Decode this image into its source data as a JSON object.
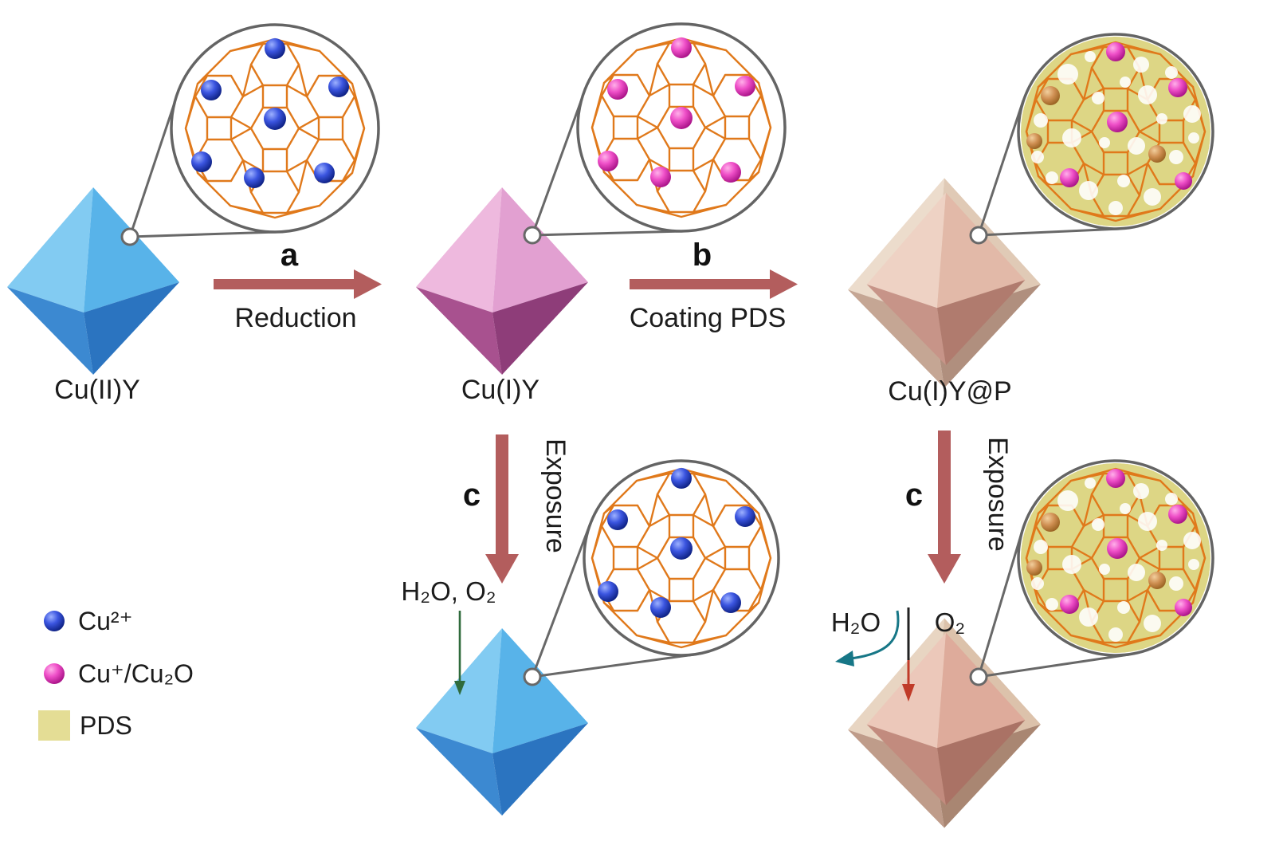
{
  "figure": {
    "nodes": {
      "cu2y": {
        "label": "Cu(II)Y"
      },
      "cu1y": {
        "label": "Cu(I)Y"
      },
      "cu1yp": {
        "label": "Cu(I)Y@P"
      }
    },
    "steps": {
      "a": {
        "key": "a",
        "label": "Reduction"
      },
      "b": {
        "key": "b",
        "label": "Coating PDS"
      },
      "c1": {
        "key": "c",
        "label": "Exposure"
      },
      "c2": {
        "key": "c",
        "label": "Exposure"
      }
    },
    "annotations": {
      "h2o_o2": "H₂O, O₂",
      "h2o": "H₂O",
      "o2": "O₂"
    },
    "legend": [
      {
        "marker": "blue-sphere",
        "label": "Cu²⁺",
        "color": "#2a46d8"
      },
      {
        "marker": "pink-sphere",
        "label": "Cu⁺/Cu₂O",
        "color": "#ee4fc6"
      },
      {
        "marker": "yellow-square",
        "label": "PDS",
        "color": "#e4dd95"
      }
    ],
    "colors": {
      "arrow": "#b35d5d",
      "cage_wireframe": "#e0791b",
      "cu2y_crystal": "#6fc0ef",
      "cu1y_crystal": "#e2a4d2",
      "coated_crystal": "#e3c6b9",
      "pds_coating": "#ddd685",
      "h2o_arrow": "#2f6b3c",
      "h2o_out_arrow": "#177787",
      "o2_in_arrow": "#c03a28"
    }
  }
}
